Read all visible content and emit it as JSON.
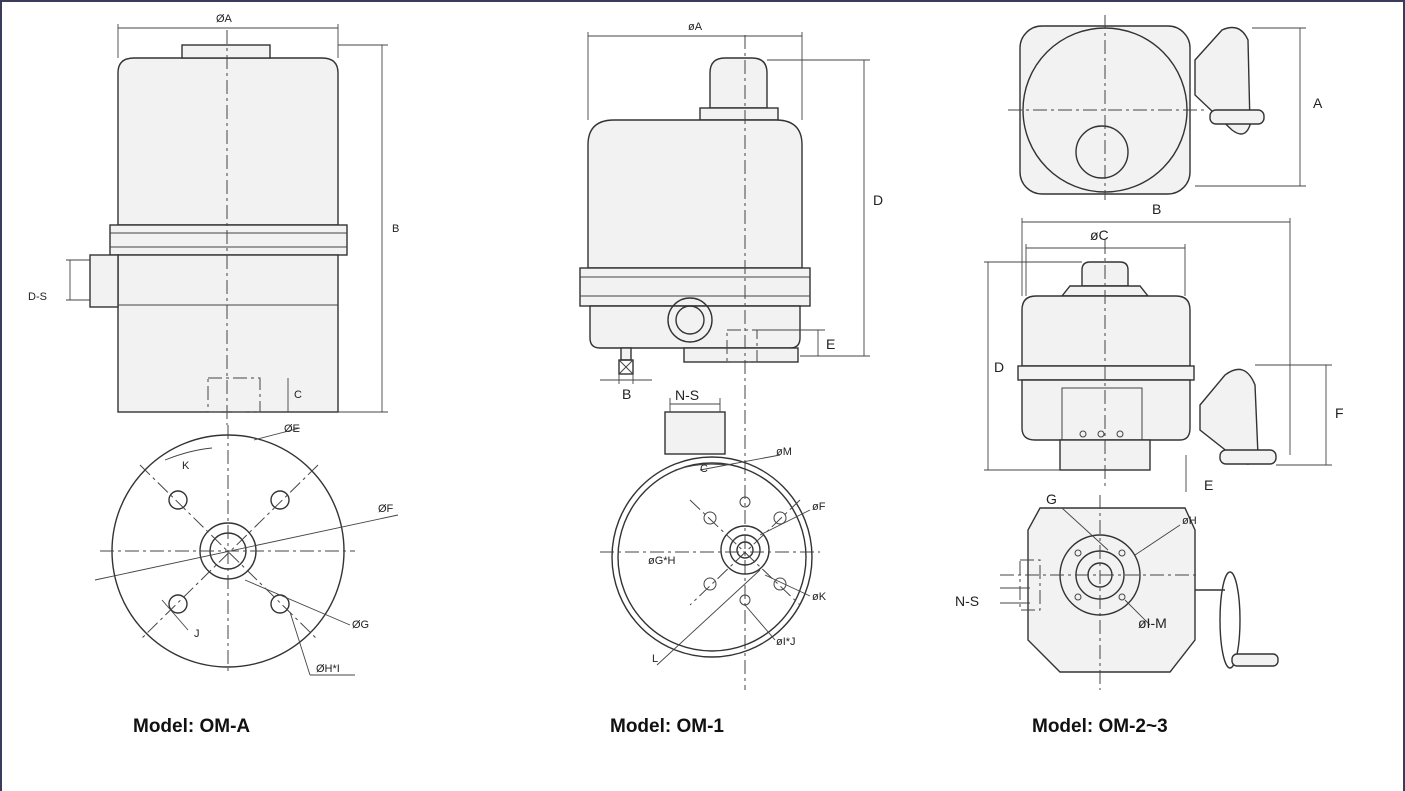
{
  "captions": {
    "om_a": "Model: OM-A",
    "om_1": "Model: OM-1",
    "om_2_3": "Model: OM-2~3"
  },
  "om_a_labels": {
    "dia_a": "ØA",
    "b": "B",
    "d_s": "D-S",
    "c": "C",
    "dia_e": "ØE",
    "k": "K",
    "dia_f": "ØF",
    "dia_g": "ØG",
    "j": "J",
    "dia_h_i": "ØH*I"
  },
  "om_1_labels": {
    "dia_a": "øA",
    "d": "D",
    "e": "E",
    "b": "B",
    "n_s": "N-S",
    "c": "C",
    "dia_m": "øM",
    "dia_f": "øF",
    "dia_g_h": "øG*H",
    "dia_k": "øK",
    "l": "L",
    "dia_i_j": "øI*J"
  },
  "om_2_3_labels": {
    "a": "A",
    "b": "B",
    "dia_c": "øC",
    "d": "D",
    "f": "F",
    "e": "E",
    "g": "G",
    "dia_h": "øH",
    "n_s": "N-S",
    "dia_i_m": "øI-M"
  }
}
